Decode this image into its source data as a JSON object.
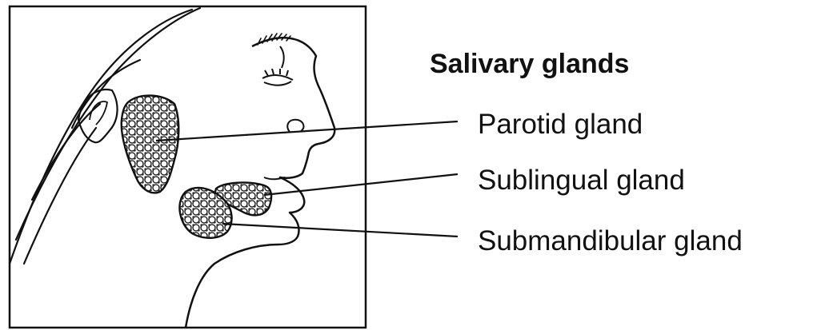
{
  "title": "Salivary glands",
  "labels": {
    "parotid": "Parotid gland",
    "sublingual": "Sublingual gland",
    "submandibular": "Submandibular gland"
  },
  "colors": {
    "ink": "#111111",
    "background": "#ffffff",
    "gland_fill": "#ffffff"
  }
}
